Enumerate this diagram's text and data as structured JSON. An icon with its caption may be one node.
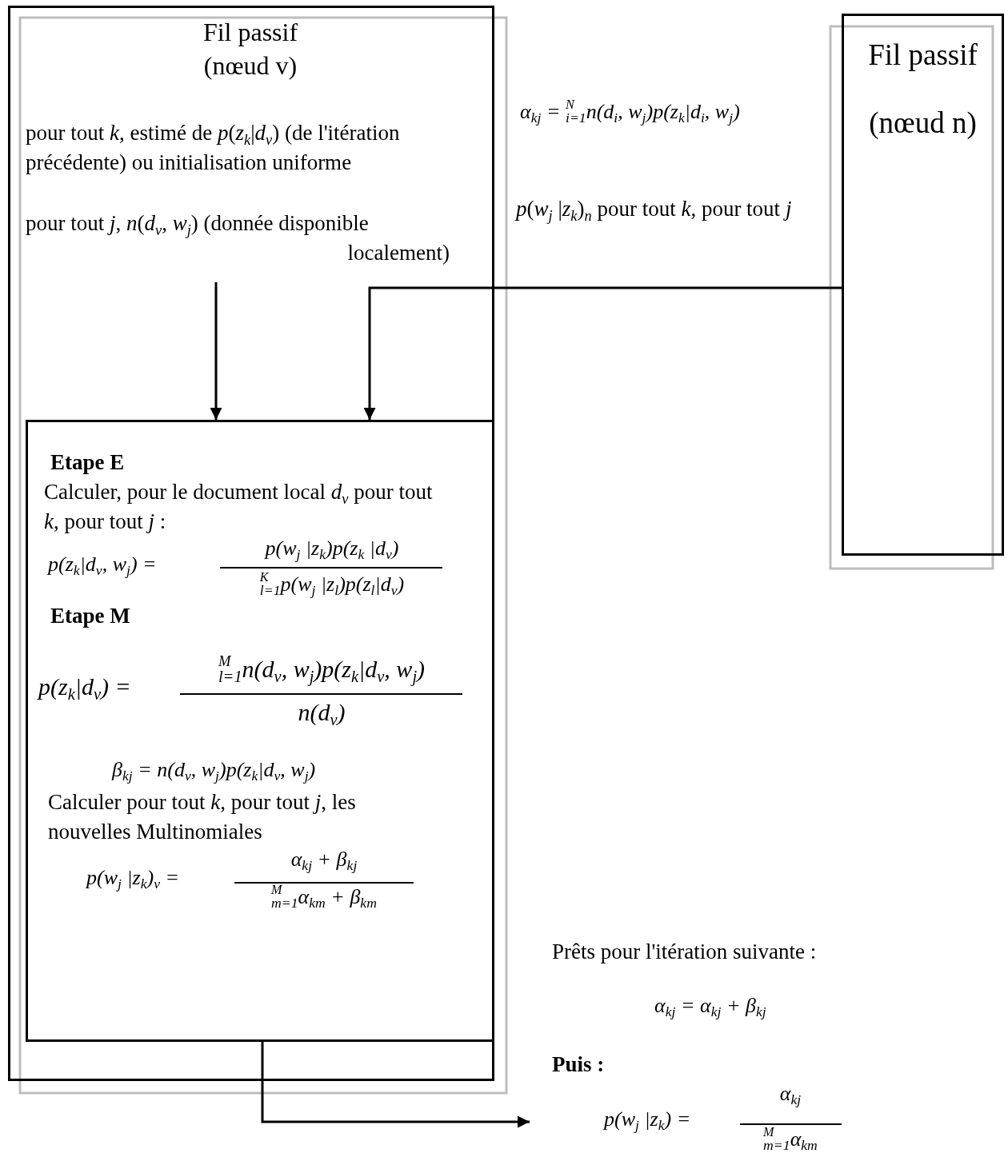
{
  "diagram": {
    "nodes": [
      {
        "text": [
          "Fil passif (nœud v)"
        ]
      },
      {
        "text": [
          "pour tout *k*, estimé de *p*(*z*$_{k}$|*d*$_{v}$) (de l'itération précédente) ou initialisation uniforme",
          "pour tout *j*, *n*(*d*$_{v}$, *w*$_{j}$) (donnée disponible localement)"
        ],
        "in": 0
      },
      {
        "text": [
          "Etape E",
          "Calculer, pour le document local *d*$_{v}$ pour tout *k*, pour tout *j* :",
          "p(z$_{k}$|d$_{v}$, w$_{j}$) =",
          "p(w$_{j}$ |z$_{k}$)p(z$_{k}$ |d$_{v}$)",
          "$^{K}$$_{l=1}$p(w$_{j}$ |z$_{l}$)p(z$_{l}$|d$_{v}$)",
          "Etape M",
          "p(z$_{k}$|d$_{v}$) =",
          "$^{M}$$_{l=1}$n(d$_{v}$, w$_{j}$)p(z$_{k}$|d$_{v}$, w$_{j}$)",
          "n(d$_{v}$)",
          "β$_{kj}$ = n(d$_{v}$, w$_{j}$)p(z$_{k}$|d$_{v}$, w$_{j}$)",
          "Calculer pour tout *k*, pour tout *j*, les nouvelles Multinomiales",
          "p(w$_{j}$ |z$_{k}$)$_{v}$ =",
          "α$_{kj}$ + β$_{kj}$",
          "$^{M}$$_{m=1}$α$_{km}$ + β$_{km}$"
        ],
        "in": 0
      },
      {
        "text": [
          "Fil passif (nœud n)"
        ]
      },
      {
        "text": [
          "Prêts pour l'itération suivante :",
          "α$_{kj}$ = α$_{kj}$ + β$_{kj}$",
          "Puis :",
          "p(w$_{j}$ |z$_{k}$) =",
          "α$_{kj}$",
          "$^{M}$$_{m=1}$α$_{km}$"
        ]
      }
    ],
    "edges": [
      {
        "from": 1,
        "to": 2,
        "arrow": "to"
      },
      {
        "from": 3,
        "to": 2,
        "arrow": "to"
      },
      {
        "from": 2,
        "to": 4,
        "arrow": "to"
      }
    ],
    "labels": [
      "α$_{kj}$ = $^{N}$$_{i=1}$n(d$_{i}$, w$_{j}$)p(z$_{k}$|d$_{i}$, w$_{j}$)",
      "*p*(*w*$_{j}$ |*z*$_{k}$)$_{n}$ pour tout *k*, pour tout *j*"
    ]
  }
}
